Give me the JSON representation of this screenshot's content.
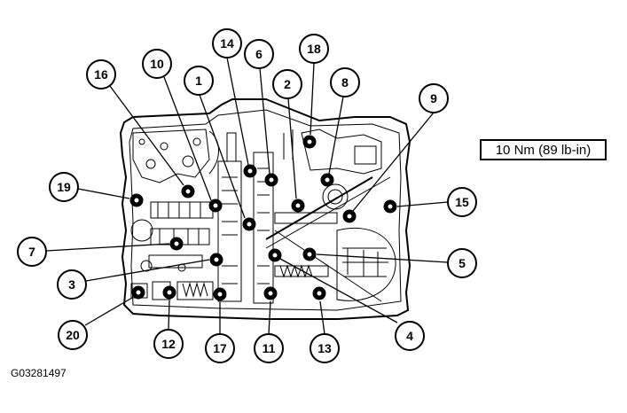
{
  "torque_spec": "10 Nm (89 lb-in)",
  "figure_id": "G03281497",
  "callouts": [
    "1",
    "2",
    "3",
    "4",
    "5",
    "6",
    "7",
    "8",
    "9",
    "10",
    "11",
    "12",
    "13",
    "14",
    "15",
    "16",
    "17",
    "18",
    "19",
    "20"
  ],
  "colors": {
    "line": "#000000",
    "background": "#ffffff"
  },
  "icons": {
    "bolt": "hex-bolt-icon"
  }
}
